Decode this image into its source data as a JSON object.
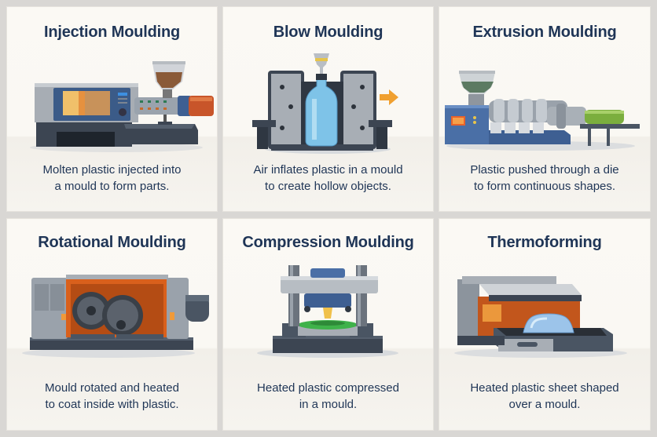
{
  "panels": [
    {
      "id": "injection",
      "title": "Injection Moulding",
      "description_lines": [
        "Molten plastic injected into",
        "a mould to form parts."
      ],
      "illustration": "injection-moulding-machine-icon"
    },
    {
      "id": "blow",
      "title": "Blow Moulding",
      "description_lines": [
        "Air inflates plastic in a mould",
        "to create hollow objects."
      ],
      "illustration": "blow-moulding-machine-icon"
    },
    {
      "id": "extrusion",
      "title": "Extrusion Moulding",
      "description_lines": [
        "Plastic pushed through a die",
        "to form continuous shapes."
      ],
      "illustration": "extrusion-machine-icon"
    },
    {
      "id": "rotational",
      "title": "Rotational Moulding",
      "description_lines": [
        "Mould rotated and heated",
        "to coat inside with plastic."
      ],
      "illustration": "rotational-moulding-oven-icon"
    },
    {
      "id": "compression",
      "title": "Compression Moulding",
      "description_lines": [
        "Heated plastic compressed",
        "in a mould."
      ],
      "illustration": "compression-press-icon"
    },
    {
      "id": "thermoforming",
      "title": "Thermoforming",
      "description_lines": [
        "Heated plastic sheet shaped",
        "over a mould."
      ],
      "illustration": "thermoforming-machine-icon"
    }
  ],
  "colors": {
    "title_text": "#1f3556",
    "background": "#d9d7d4",
    "panel": "#faf8f3",
    "machine_steel": "#8c939c",
    "machine_dark": "#3b4553",
    "machine_blue": "#3e5f92",
    "heat_orange": "#d9601c",
    "green_plastic": "#7bae3e",
    "bottle_blue": "#7ec3e8"
  }
}
